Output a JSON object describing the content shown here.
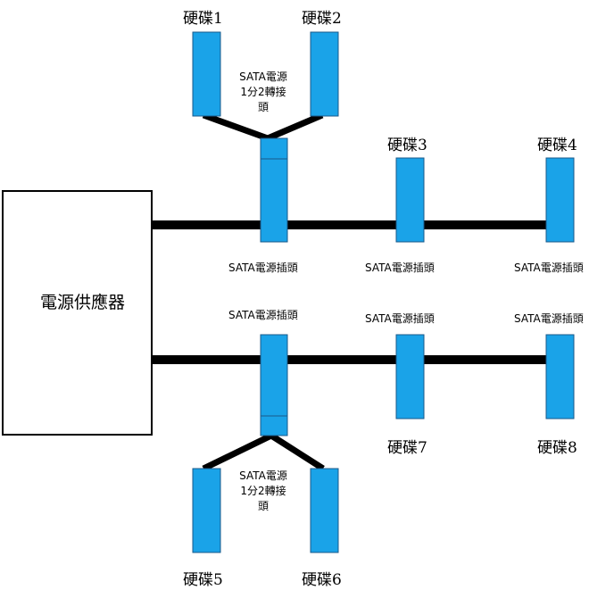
{
  "psu": {
    "label": "電源供應器"
  },
  "drives": {
    "d1": "硬碟1",
    "d2": "硬碟2",
    "d3": "硬碟3",
    "d4": "硬碟4",
    "d5": "硬碟5",
    "d6": "硬碟6",
    "d7": "硬碟7",
    "d8": "硬碟8"
  },
  "connectors": {
    "c1": "SATA電源插頭",
    "c2": "SATA電源插頭",
    "c3": "SATA電源插頭",
    "c4": "SATA電源插頭",
    "c5": "SATA電源插頭",
    "c6": "SATA電源插頭"
  },
  "splitters": {
    "top": {
      "line1": "SATA電源",
      "line2": "1分2轉接",
      "line3": "頭"
    },
    "bottom": {
      "line1": "SATA電源",
      "line2": "1分2轉接",
      "line3": "頭"
    }
  },
  "colors": {
    "drive_fill": "#1aa3e8",
    "drive_stroke": "#1a5a8a",
    "cable": "#000000"
  }
}
